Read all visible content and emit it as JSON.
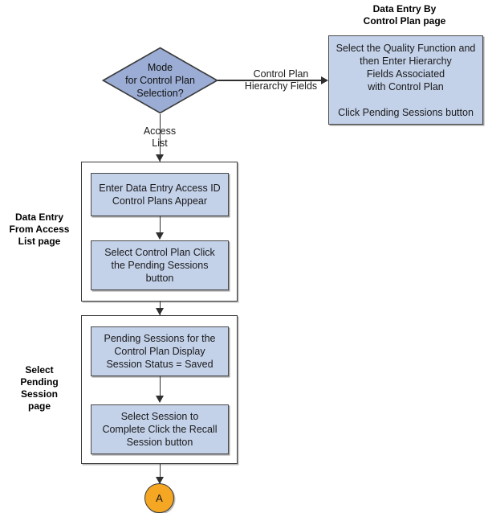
{
  "diagram": {
    "type": "flowchart",
    "title_top_right": "Data Entry By\nControl Plan page",
    "decision": {
      "label": "Mode\nfor Control Plan\nSelection?",
      "fill_color": "#9badd4"
    },
    "edges": {
      "to_control_plan_page": "Control Plan\nHierarchy Fields",
      "to_access_list": "Access\nList"
    },
    "groups": [
      {
        "name": "data-entry-from-access-list",
        "page_label": "Data Entry\nFrom Access\nList page",
        "steps": [
          "Enter Data Entry Access ID\nControl Plans Appear",
          "Select Control Plan Click\nthe Pending Sessions\nbutton"
        ]
      },
      {
        "name": "select-pending-session",
        "page_label": "Select\nPending\nSession\npage",
        "steps": [
          "Pending Sessions  for the\nControl Plan Display\nSession Status = Saved",
          "Select Session to\nComplete Click the Recall\nSession button"
        ]
      }
    ],
    "control_plan_page_box": "Select the Quality Function and\nthen Enter Hierarchy\nFields Associated\nwith Control Plan\n\nClick Pending Sessions button",
    "connector": {
      "label": "A",
      "fill_color": "#f5a623"
    },
    "colors": {
      "box_fill": "#c3d1e9",
      "diamond_fill": "#9badd4",
      "connector_fill": "#f5a623",
      "line": "#2f2f2f",
      "text": "#1a1a1a"
    }
  }
}
